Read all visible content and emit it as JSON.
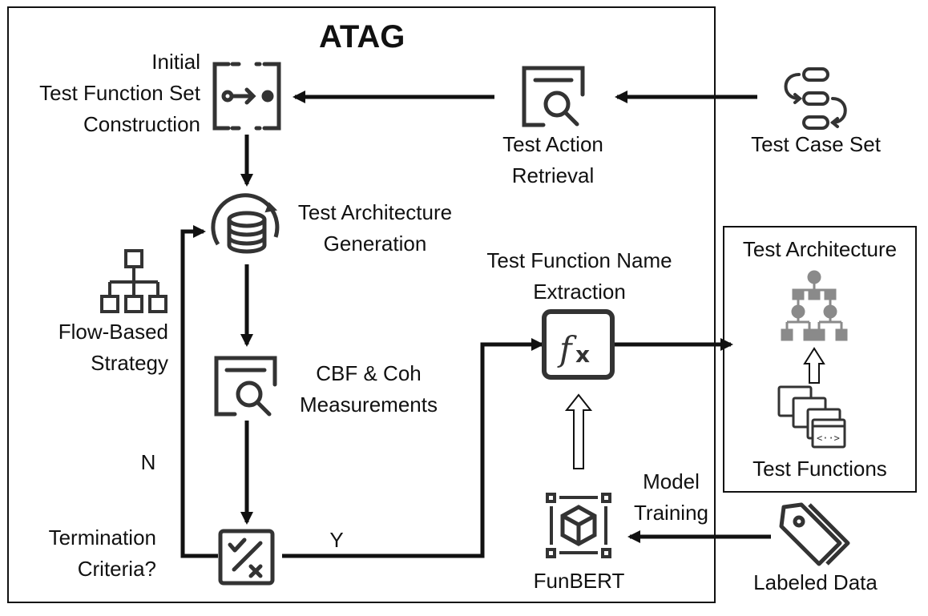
{
  "title": "ATAG",
  "nodes": {
    "initial_set": {
      "label_lines": [
        "Initial",
        "Test Function Set",
        "Construction"
      ]
    },
    "retrieval": {
      "label_lines": [
        "Test Action",
        "Retrieval"
      ]
    },
    "test_case_set": {
      "label": "Test Case Set"
    },
    "generation": {
      "label_lines": [
        "Test Architecture",
        "Generation"
      ]
    },
    "flow_strategy": {
      "label_lines": [
        "Flow-Based",
        "Strategy"
      ]
    },
    "measurements": {
      "label_lines": [
        "CBF & Coh",
        "Measurements"
      ]
    },
    "termination": {
      "label_lines": [
        "Termination",
        "Criteria?"
      ]
    },
    "name_extraction": {
      "label_lines": [
        "Test Function Name",
        "Extraction"
      ]
    },
    "funbert": {
      "label": "FunBERT"
    },
    "model_training": {
      "label_lines": [
        "Model",
        "Training"
      ]
    },
    "labeled_data": {
      "label": "Labeled Data"
    },
    "output_architecture": {
      "label": "Test Architecture"
    },
    "output_functions": {
      "label": "Test Functions"
    }
  },
  "branches": {
    "no": "N",
    "yes": "Y"
  },
  "colors": {
    "line": "#111111",
    "icon": "#333333",
    "icon_gray": "#8a8a8a"
  }
}
